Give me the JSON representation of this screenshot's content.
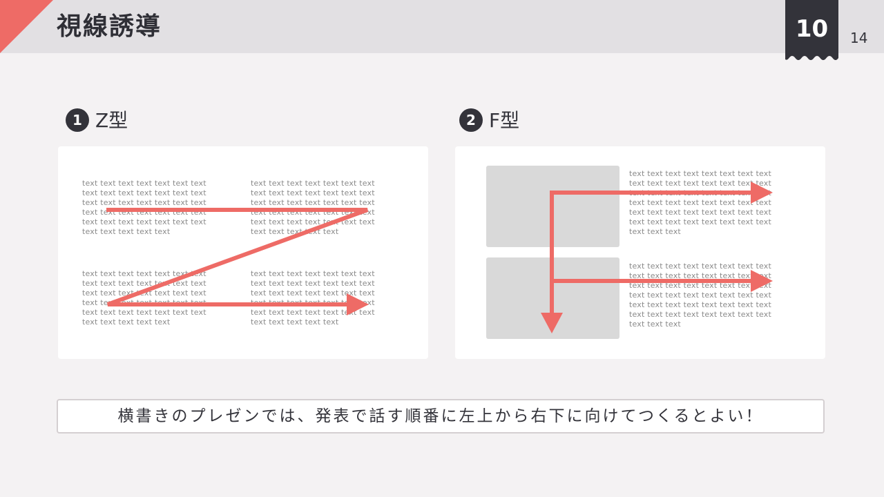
{
  "header": {
    "title": "視線誘導",
    "section_number": "10",
    "page_number": "14",
    "accent_color": "#ee6b66",
    "tab_color": "#33333a"
  },
  "sections": [
    {
      "number": "1",
      "label": "Z型",
      "text_blocks": [
        "text text text text text text text\ntext text text text text text text\ntext text text text text text text\ntext text text text text text text\ntext text text text text text text\ntext text text text text",
        "text text text text text text text\ntext text text text text text text\ntext text text text text text text\ntext text text text text text text\ntext text text text text text text\ntext text text text text",
        "text text text text text text text\ntext text text text text text text\ntext text text text text text text\ntext text text text text text text\ntext text text text text text text\ntext text text text text",
        "text text text text text text text\ntext text text text text text text\ntext text text text text text text\ntext text text text text text text\ntext text text text text text text\ntext text text text text"
      ]
    },
    {
      "number": "2",
      "label": "F型",
      "text_blocks": [
        "text text text text text text text text\ntext text text text text text text text\ntext text text text text text text text\ntext text text text text text text text\ntext text text text text text text text\ntext text text text text text text text\ntext text text",
        "text text text text text text text text\ntext text text text text text text text\ntext text text text text text text text\ntext text text text text text text text\ntext text text text text text text text\ntext text text text text text text text\ntext text text"
      ]
    }
  ],
  "footer_note": "横書きのプレゼンでは、発表で話す順番に左上から右下に向けてつくるとよい！"
}
